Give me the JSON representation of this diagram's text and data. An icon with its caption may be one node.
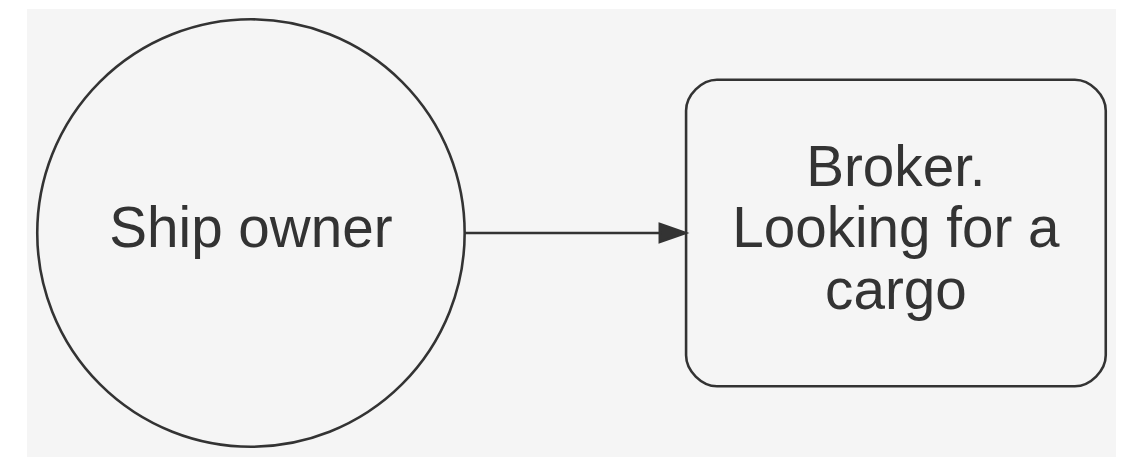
{
  "diagram": {
    "nodes": [
      {
        "text": [
          "Ship owner"
        ]
      },
      {
        "text": [
          "Broker. Looking for a cargo"
        ]
      }
    ],
    "edges": [
      {
        "from": 0,
        "to": 1,
        "arrow": "to"
      }
    ]
  }
}
